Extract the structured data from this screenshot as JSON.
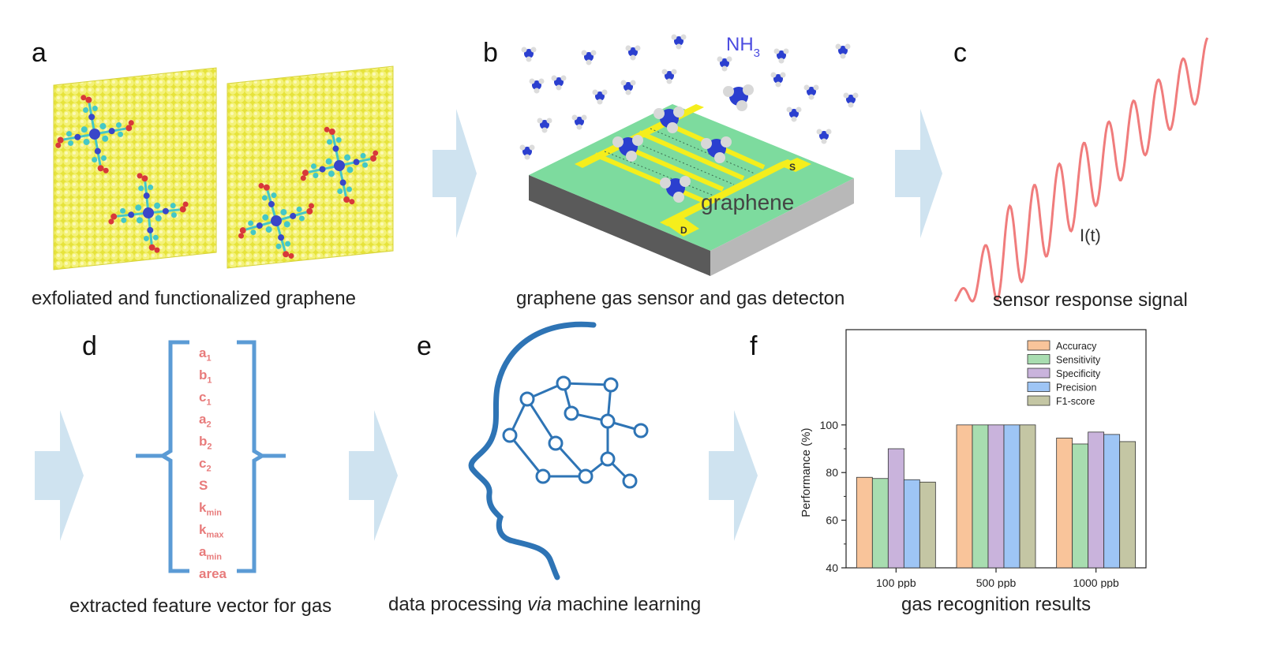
{
  "panels": {
    "a": {
      "letter": "a",
      "caption": "exfoliated and functionalized graphene"
    },
    "b": {
      "letter": "b",
      "caption": "graphene gas sensor and gas detecton",
      "gas_label": "NH",
      "gas_sub": "3",
      "material_label": "graphene",
      "electrode_s": "S",
      "electrode_d": "D"
    },
    "c": {
      "letter": "c",
      "caption": "sensor response signal",
      "signal_label": "I(t)"
    },
    "d": {
      "letter": "d",
      "caption": "extracted feature vector for gas",
      "features": [
        {
          "base": "a",
          "sub": "1"
        },
        {
          "base": "b",
          "sub": "1"
        },
        {
          "base": "c",
          "sub": "1"
        },
        {
          "base": "a",
          "sub": "2"
        },
        {
          "base": "b",
          "sub": "2"
        },
        {
          "base": "c",
          "sub": "2"
        },
        {
          "base": "S",
          "sub": ""
        },
        {
          "base": "k",
          "sub": "min"
        },
        {
          "base": "k",
          "sub": "max"
        },
        {
          "base": "a",
          "sub": "min"
        },
        {
          "base": "area",
          "sub": ""
        }
      ]
    },
    "e": {
      "letter": "e",
      "caption_pre": "data processing ",
      "caption_em": "via",
      "caption_post": " machine learning"
    },
    "f": {
      "letter": "f",
      "caption": "gas recognition results"
    }
  },
  "colors": {
    "arrow": "#cfe3f0",
    "graphene_yellow": "#f0ee5a",
    "sensor_green": "#7ddb9e",
    "signal": "#f07c7c",
    "head_blue": "#2e74b5",
    "bracket_blue": "#5b9bd5",
    "feature_red": "#e87b7b"
  },
  "chart_data": {
    "type": "bar",
    "categories": [
      "100 ppb",
      "500 ppb",
      "1000 ppb"
    ],
    "series": [
      {
        "name": "Accuracy",
        "color": "#f9c49a",
        "values": [
          78,
          100,
          94.5
        ]
      },
      {
        "name": "Sensitivity",
        "color": "#a8ddb0",
        "values": [
          77.5,
          100,
          92
        ]
      },
      {
        "name": "Specificity",
        "color": "#c9b3dc",
        "values": [
          90,
          100,
          97
        ]
      },
      {
        "name": "Precision",
        "color": "#9ec5f5",
        "values": [
          77,
          100,
          96
        ]
      },
      {
        "name": "F1-score",
        "color": "#c4c6a4",
        "values": [
          76,
          100,
          93
        ]
      }
    ],
    "ylabel": "Performance (%)",
    "ylim": [
      40,
      140
    ],
    "yticks": [
      40,
      60,
      80,
      100
    ],
    "legend": "top-right"
  }
}
